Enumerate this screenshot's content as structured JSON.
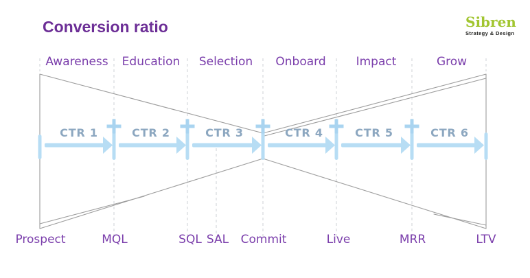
{
  "title": "Conversion ratio",
  "logo": {
    "name": "Sibren",
    "tagline": "Strategy & Design",
    "name_color": "#a1c52f"
  },
  "stages": {
    "labels": [
      "Awareness",
      "Education",
      "Selection",
      "Onboard",
      "Impact",
      "Grow"
    ]
  },
  "ratios": {
    "labels": [
      "CTR 1",
      "CTR 2",
      "CTR 3",
      "CTR 4",
      "CTR 5",
      "CTR 6"
    ]
  },
  "milestones": {
    "labels": [
      "Prospect",
      "MQL",
      "SQL",
      "SAL",
      "Commit",
      "Live",
      "MRR",
      "LTV"
    ]
  },
  "colors": {
    "title_purple": "#6c2e96",
    "label_purple": "#7a3dab",
    "ctr_blue_gray": "#8ca7c0",
    "arrow_blue": "#b7ddf4",
    "plus_blue": "#a9d4f0",
    "outline_gray": "#9c9c9c",
    "dash_gray": "#ccd0d6"
  }
}
